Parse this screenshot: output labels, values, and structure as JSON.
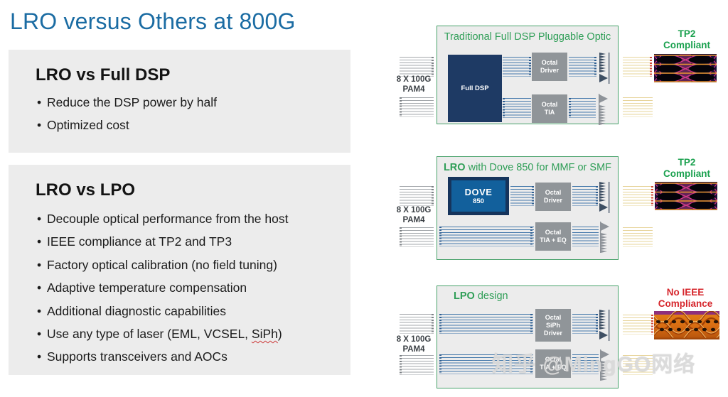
{
  "slide": {
    "title": "LRO versus Others at 800G"
  },
  "panels": [
    {
      "heading": "LRO vs Full DSP",
      "bullets": [
        "Reduce the DSP power by half",
        "Optimized cost"
      ]
    },
    {
      "heading": "LRO vs LPO",
      "bullets": [
        "Decouple optical performance from the host",
        "IEEE compliance at TP2 and TP3",
        "Factory optical calibration (no field tuning)",
        "Adaptive temperature compensation",
        "Additional diagnostic capabilities",
        {
          "pre": "Use any type of laser (EML, VCSEL, ",
          "underlined": "SiPh",
          "post": ")"
        },
        "Supports transceivers and AOCs"
      ]
    }
  ],
  "diagrams": [
    {
      "title": {
        "bold": "",
        "rest": "Traditional Full DSP Pluggable Optic"
      },
      "input": {
        "line1": "8 X 100G",
        "line2": "PAM4"
      },
      "dsp_block": "Full DSP",
      "tx_block": {
        "line1": "Octal",
        "line2": "Driver"
      },
      "rx_block": {
        "line1": "Octal",
        "line2": "TIA"
      },
      "result": {
        "line1": "TP2",
        "line2": "Compliant"
      }
    },
    {
      "title": {
        "bold": "LRO",
        "rest": " with Dove 850 for MMF or SMF"
      },
      "input": {
        "line1": "8 X 100G",
        "line2": "PAM4"
      },
      "dsp_block": {
        "line1": "DOVE",
        "line2": "850"
      },
      "tx_block": {
        "line1": "Octal",
        "line2": "Driver"
      },
      "rx_block": {
        "line1": "Octal",
        "line2": "TIA + EQ"
      },
      "result": {
        "line1": "TP2",
        "line2": "Compliant"
      }
    },
    {
      "title": {
        "bold": "LPO",
        "rest": " design"
      },
      "input": {
        "line1": "8 X 100G",
        "line2": "PAM4"
      },
      "tx_block": {
        "line1": "Octal",
        "line2": "SiPh",
        "line3": "Driver"
      },
      "rx_block": {
        "line1": "Octal",
        "line2": "TIA + EQ"
      },
      "result": {
        "line1": "No IEEE",
        "line2": "Compliance"
      }
    }
  ],
  "watermark": "知乎 @MingGO网络",
  "colors": {
    "title_blue": "#1b6ca3",
    "diagram_green": "#2f9e57",
    "compliance_red": "#d6252b",
    "chip_navy": "#1e3a64",
    "dove_blue": "#12609c",
    "block_gray": "#909599",
    "lane_blue": "#4579ab",
    "lane_yellow": "#e7d49a",
    "panel_gray": "#ececec"
  }
}
